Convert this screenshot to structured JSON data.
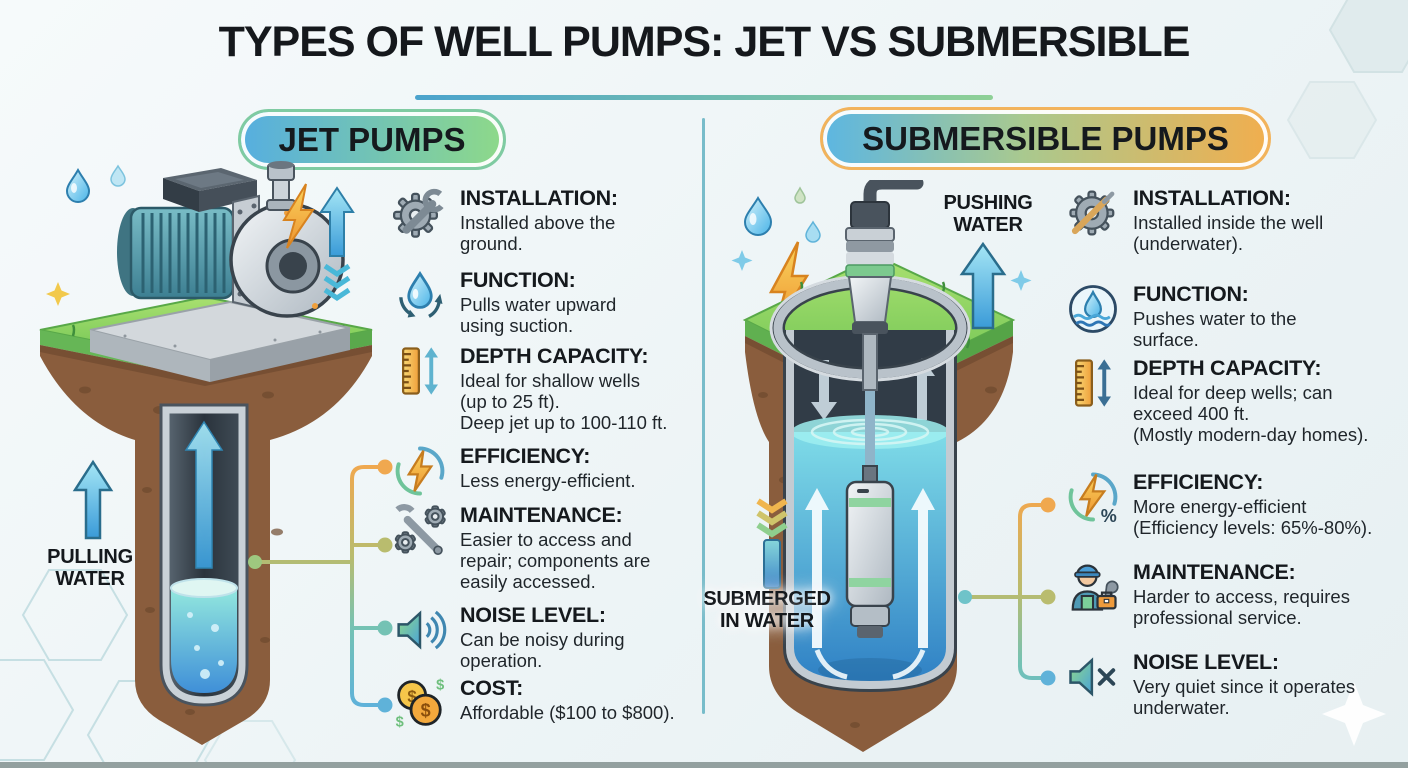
{
  "title": "TYPES OF WELL PUMPS: JET VS SUBMERSIBLE",
  "jet": {
    "header": "JET PUMPS",
    "flow_label": "PULLING\nWATER",
    "features": [
      {
        "icon": "gear-wrench-icon",
        "heading": "INSTALLATION:",
        "text": "Installed above the\nground."
      },
      {
        "icon": "water-drop-cycle-icon",
        "heading": "FUNCTION:",
        "text": "Pulls water upward\nusing suction."
      },
      {
        "icon": "depth-ruler-icon",
        "heading": "DEPTH CAPACITY:",
        "text": "Ideal for shallow wells\n(up to 25 ft).\nDeep jet up to 100-110 ft."
      },
      {
        "icon": "energy-bolt-icon",
        "heading": "EFFICIENCY:",
        "text": "Less energy-efficient."
      },
      {
        "icon": "wrench-gears-icon",
        "heading": "MAINTENANCE:",
        "text": "Easier to access and\nrepair; components are\neasily accessed."
      },
      {
        "icon": "speaker-sound-icon",
        "heading": "NOISE LEVEL:",
        "text": "Can be noisy during\noperation."
      },
      {
        "icon": "coins-icon",
        "heading": "COST:",
        "text": "Affordable ($100 to $800)."
      }
    ]
  },
  "submersible": {
    "header": "SUBMERSIBLE PUMPS",
    "flow_label": "PUSHING\nWATER",
    "submerged_label": "SUBMERGED\nIN WATER",
    "features": [
      {
        "icon": "gear-screwdriver-icon",
        "heading": "INSTALLATION:",
        "text": "Installed inside the well\n(underwater)."
      },
      {
        "icon": "water-drop-surface-icon",
        "heading": "FUNCTION:",
        "text": "Pushes water to the\nsurface."
      },
      {
        "icon": "depth-ruler-icon",
        "heading": "DEPTH CAPACITY:",
        "text": "Ideal for deep wells; can\nexceed 400 ft.\n(Mostly modern-day homes)."
      },
      {
        "icon": "energy-bolt-percent-icon",
        "heading": "EFFICIENCY:",
        "text": "More energy-efficient\n(Efficiency levels: 65%-80%)."
      },
      {
        "icon": "technician-icon",
        "heading": "MAINTENANCE:",
        "text": "Harder to access, requires\nprofessional service."
      },
      {
        "icon": "speaker-mute-icon",
        "heading": "NOISE LEVEL:",
        "text": "Very quiet since it operates\nunderwater."
      }
    ]
  },
  "colors": {
    "divider_teal": "#63b2c2",
    "underline_gradient": [
      "#4ba3cd",
      "#8ed096"
    ],
    "jet_pill_gradient": [
      "#56aee0",
      "#8ed989"
    ],
    "submersible_pill_gradient": [
      "#5cb6e2",
      "#f1ae4e"
    ],
    "connector_dots": [
      "#f0a84f",
      "#b9bc6e",
      "#74c2b4",
      "#5fb2d9"
    ],
    "soil_brown": "#8a5d3d",
    "grass_green": "#6dc352",
    "water_blue": "#2e7fc4"
  }
}
